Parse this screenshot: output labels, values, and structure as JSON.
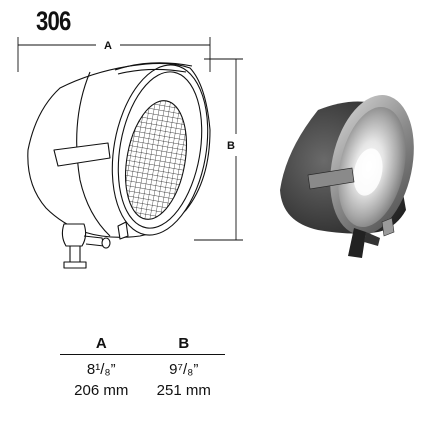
{
  "header": {
    "model_number": "306"
  },
  "drawing": {
    "dim_a_label": "A",
    "dim_b_label": "B"
  },
  "spec_table": {
    "col_a": "A",
    "col_b": "B",
    "rows": [
      {
        "a": "8¹/₈”",
        "b": "9⁷/₈”"
      },
      {
        "a": "206 mm",
        "b": "251 mm"
      }
    ]
  },
  "icons": {
    "line_drawing": "lamp-line-drawing-icon",
    "photo": "lamp-photo-icon"
  }
}
